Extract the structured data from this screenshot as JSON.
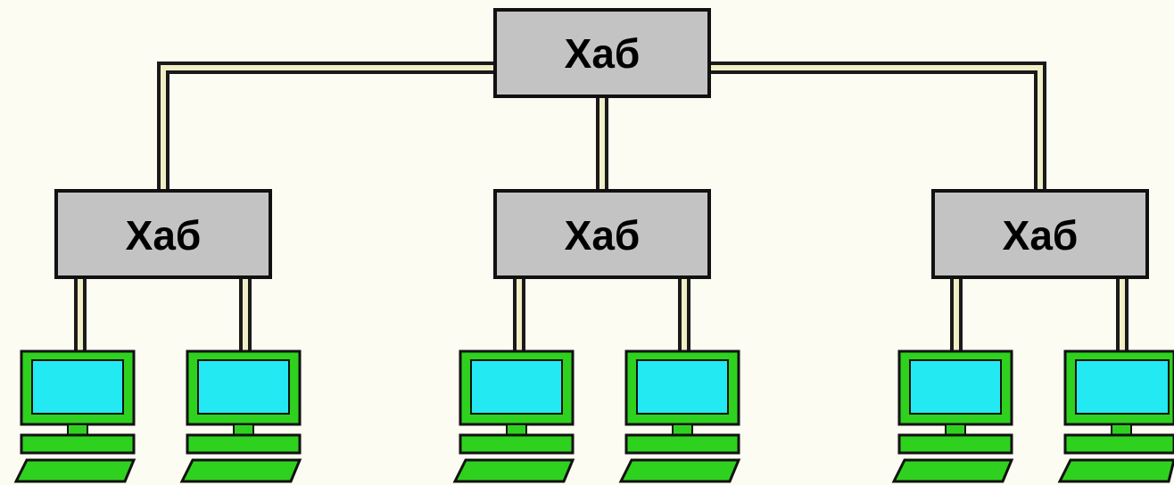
{
  "diagram": {
    "hubs": {
      "root": {
        "label": "Хаб"
      },
      "left": {
        "label": "Хаб"
      },
      "middle": {
        "label": "Хаб"
      },
      "right": {
        "label": "Хаб"
      }
    }
  },
  "colors": {
    "background": "#fcfcf2",
    "hub_fill": "#c3c3c3",
    "cable_fill": "#f1efc6",
    "computer_body": "#2fd11f",
    "computer_screen": "#22e9f2"
  }
}
